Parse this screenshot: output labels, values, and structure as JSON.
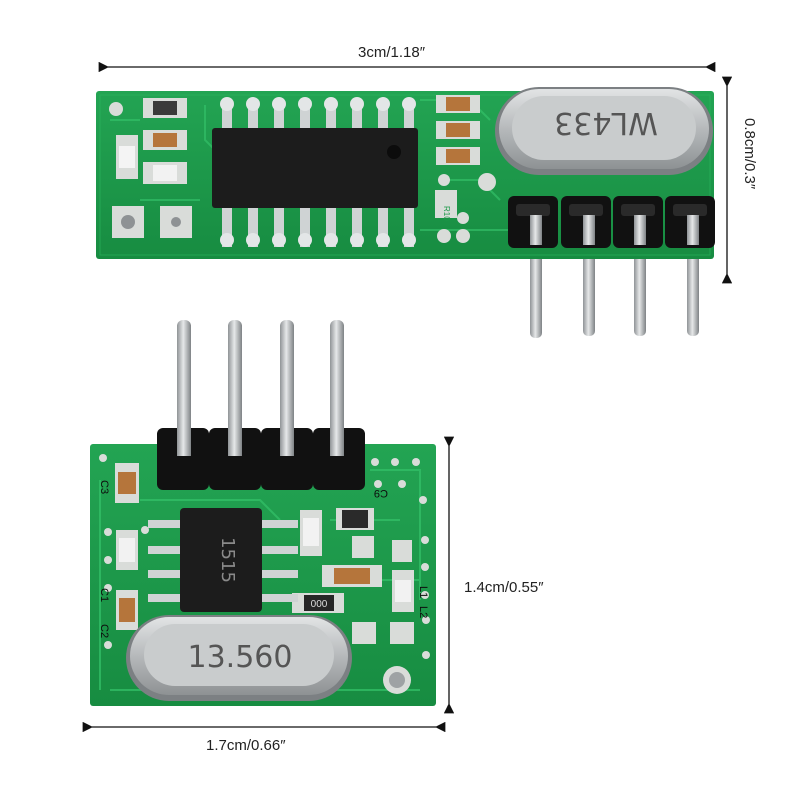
{
  "dimensions": {
    "receiver_width": "3cm/1.18″",
    "receiver_height": "0.8cm/0.3″",
    "transmitter_height": "1.4cm/0.55″",
    "transmitter_width": "1.7cm/0.66″"
  },
  "receiver": {
    "crystal_marking": "WL433",
    "chip_marking": "",
    "pcb_marking": "R10"
  },
  "transmitter": {
    "crystal_marking": "13.560",
    "chip_marking": "1515",
    "resistor_marking": "000",
    "silk_labels": [
      "C3",
      "C1",
      "C2",
      "L1",
      "L2",
      "C9"
    ]
  },
  "colors": {
    "pcb": "#1e9a4a",
    "pcb_dark": "#137a36",
    "pad": "#d9dcd9",
    "chip": "#1c1c1c",
    "crystal": "#b9bcbd",
    "header": "#111111",
    "pin": "#bfc3c6"
  }
}
